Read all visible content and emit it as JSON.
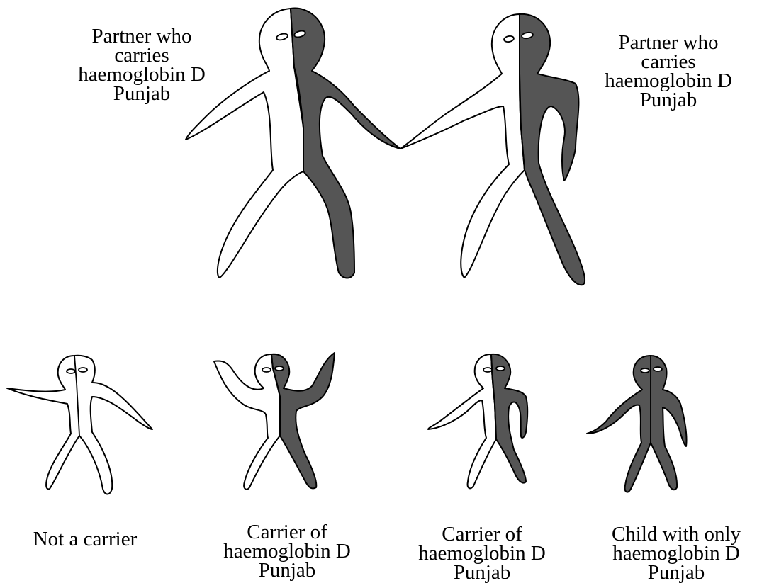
{
  "parents": {
    "left": {
      "label_lines": [
        "Partner who",
        "carries",
        "haemoglobin D",
        "Punjab"
      ]
    },
    "right": {
      "label_lines": [
        "Partner who",
        "carries",
        "haemoglobin D",
        "Punjab"
      ]
    }
  },
  "children": [
    {
      "label_lines": [
        "Not a carrier"
      ]
    },
    {
      "label_lines": [
        "Carrier of",
        "haemoglobin D",
        "Punjab"
      ]
    },
    {
      "label_lines": [
        "Carrier of",
        "haemoglobin D",
        "Punjab"
      ]
    },
    {
      "label_lines": [
        "Child with only",
        "haemoglobin D",
        "Punjab"
      ]
    }
  ],
  "colors": {
    "affected": "#555555",
    "unaffected": "#ffffff",
    "outline": "#000000"
  }
}
